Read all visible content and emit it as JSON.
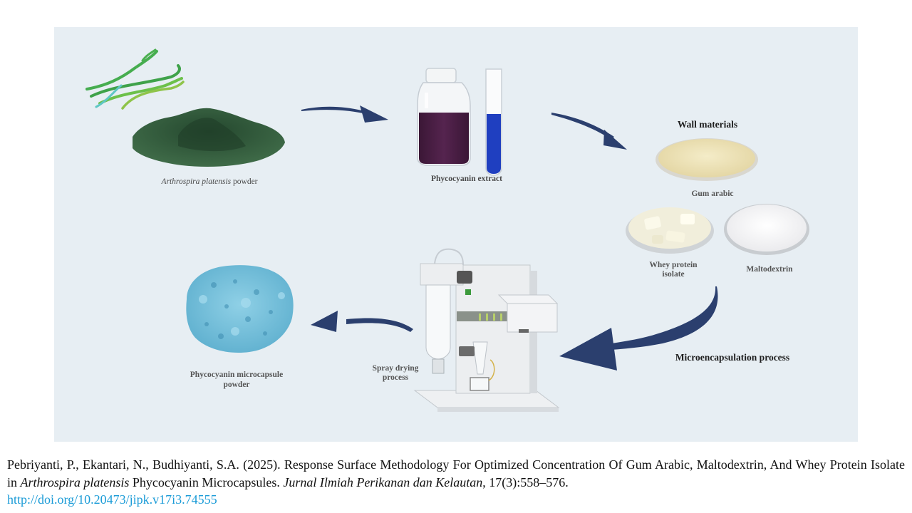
{
  "figure": {
    "background_color": "#e7eef3",
    "arrow_color": "#2b3f6e",
    "stages": [
      {
        "id": "raw",
        "label_italic": "Arthrospira platensis",
        "label_rest": " powder"
      },
      {
        "id": "extract",
        "label": "Phycocyanin extract"
      },
      {
        "id": "wall",
        "heading": "Wall materials",
        "materials": [
          {
            "name": "Gum arabic"
          },
          {
            "name_line1": "Whey protein",
            "name_line2": "isolate"
          },
          {
            "name": "Maltodextrin"
          }
        ]
      },
      {
        "id": "process",
        "label": "Microencapsulation process"
      },
      {
        "id": "spray",
        "label_line1": "Spray drying",
        "label_line2": "process"
      },
      {
        "id": "product",
        "label_line1": "Phycocyanin microcapsule",
        "label_line2": "powder"
      }
    ],
    "colors": {
      "spirulina_powder": "#2f5a3a",
      "spirulina_filaments": "#4cb050",
      "extract_jar": "#4a1f45",
      "test_tube": "#1f3fc0",
      "gum_arabic": "#efe6bf",
      "whey_protein": "#f3f0dc",
      "maltodextrin": "#f7f7f7",
      "microcapsule_powder": "#7cc3dc"
    }
  },
  "citation": {
    "authors_year_title": "Pebriyanti, P., Ekantari, N., Budhiyanti, S.A. (2025). Response Surface Methodology For Optimized Concentration Of Gum Arabic, Maltodextrin, And Whey Protein Isolate in ",
    "species": "Arthrospira platensis",
    "title_end": " Phycocyanin Microcapsules. ",
    "journal": "Jurnal Ilmiah Perikanan dan Kelautan",
    "volume_pages": ", 17(3):558–576.",
    "doi": "http://doi.org/10.20473/jipk.v17i3.74555"
  }
}
